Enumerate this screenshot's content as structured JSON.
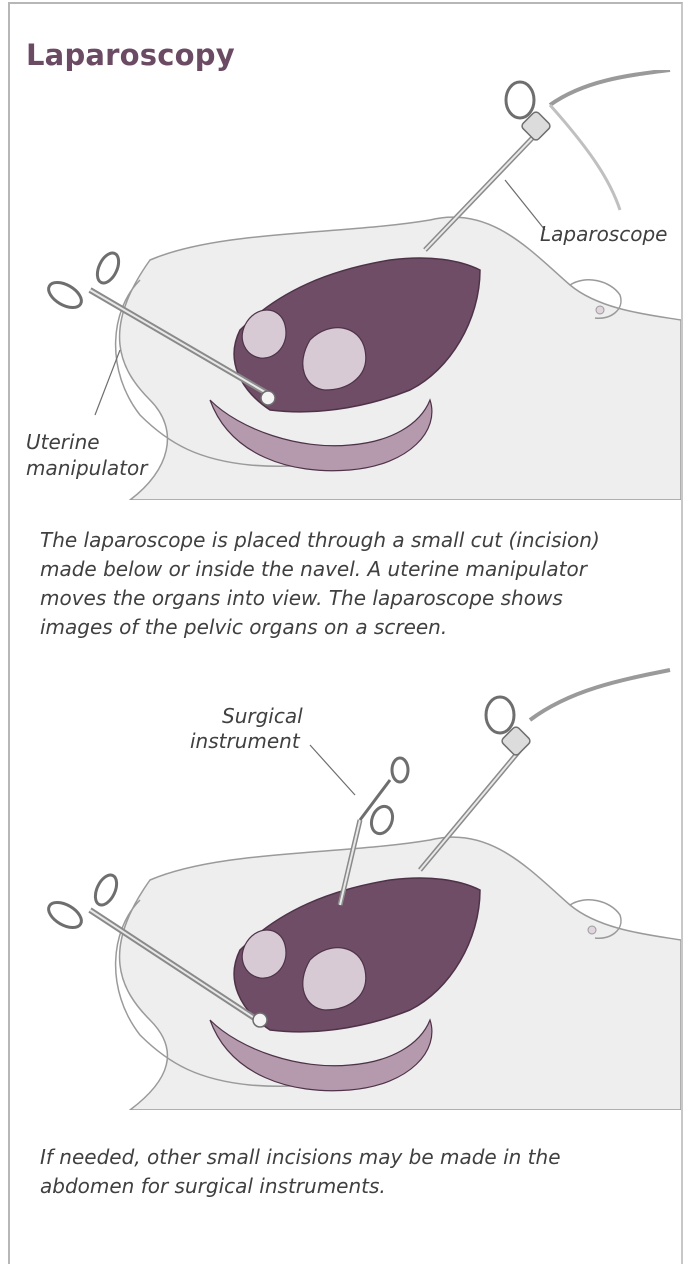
{
  "title": "Laparoscopy",
  "colors": {
    "title": "#6b4a63",
    "border": "#b7b7b7",
    "caption_text": "#404040",
    "organ_fill": "#6f4d66",
    "organ_light": "#d8cad5",
    "body_fill": "#eeeeee",
    "line": "#6e6e6e"
  },
  "panels": [
    {
      "labels": {
        "laparoscope": "Laparoscope",
        "uterine_manipulator_line1": "Uterine",
        "uterine_manipulator_line2": "manipulator"
      },
      "caption_lines": [
        "The laparoscope is placed through a small cut (incision)",
        "made below or inside the navel. A uterine manipulator",
        "moves the organs into view. The laparoscope shows",
        "images of the pelvic organs on a screen."
      ]
    },
    {
      "labels": {
        "surgical_instrument_line1": "Surgical",
        "surgical_instrument_line2": "instrument"
      },
      "caption_lines": [
        "If needed, other small incisions may be made in the",
        "abdomen for surgical instruments."
      ]
    }
  ]
}
